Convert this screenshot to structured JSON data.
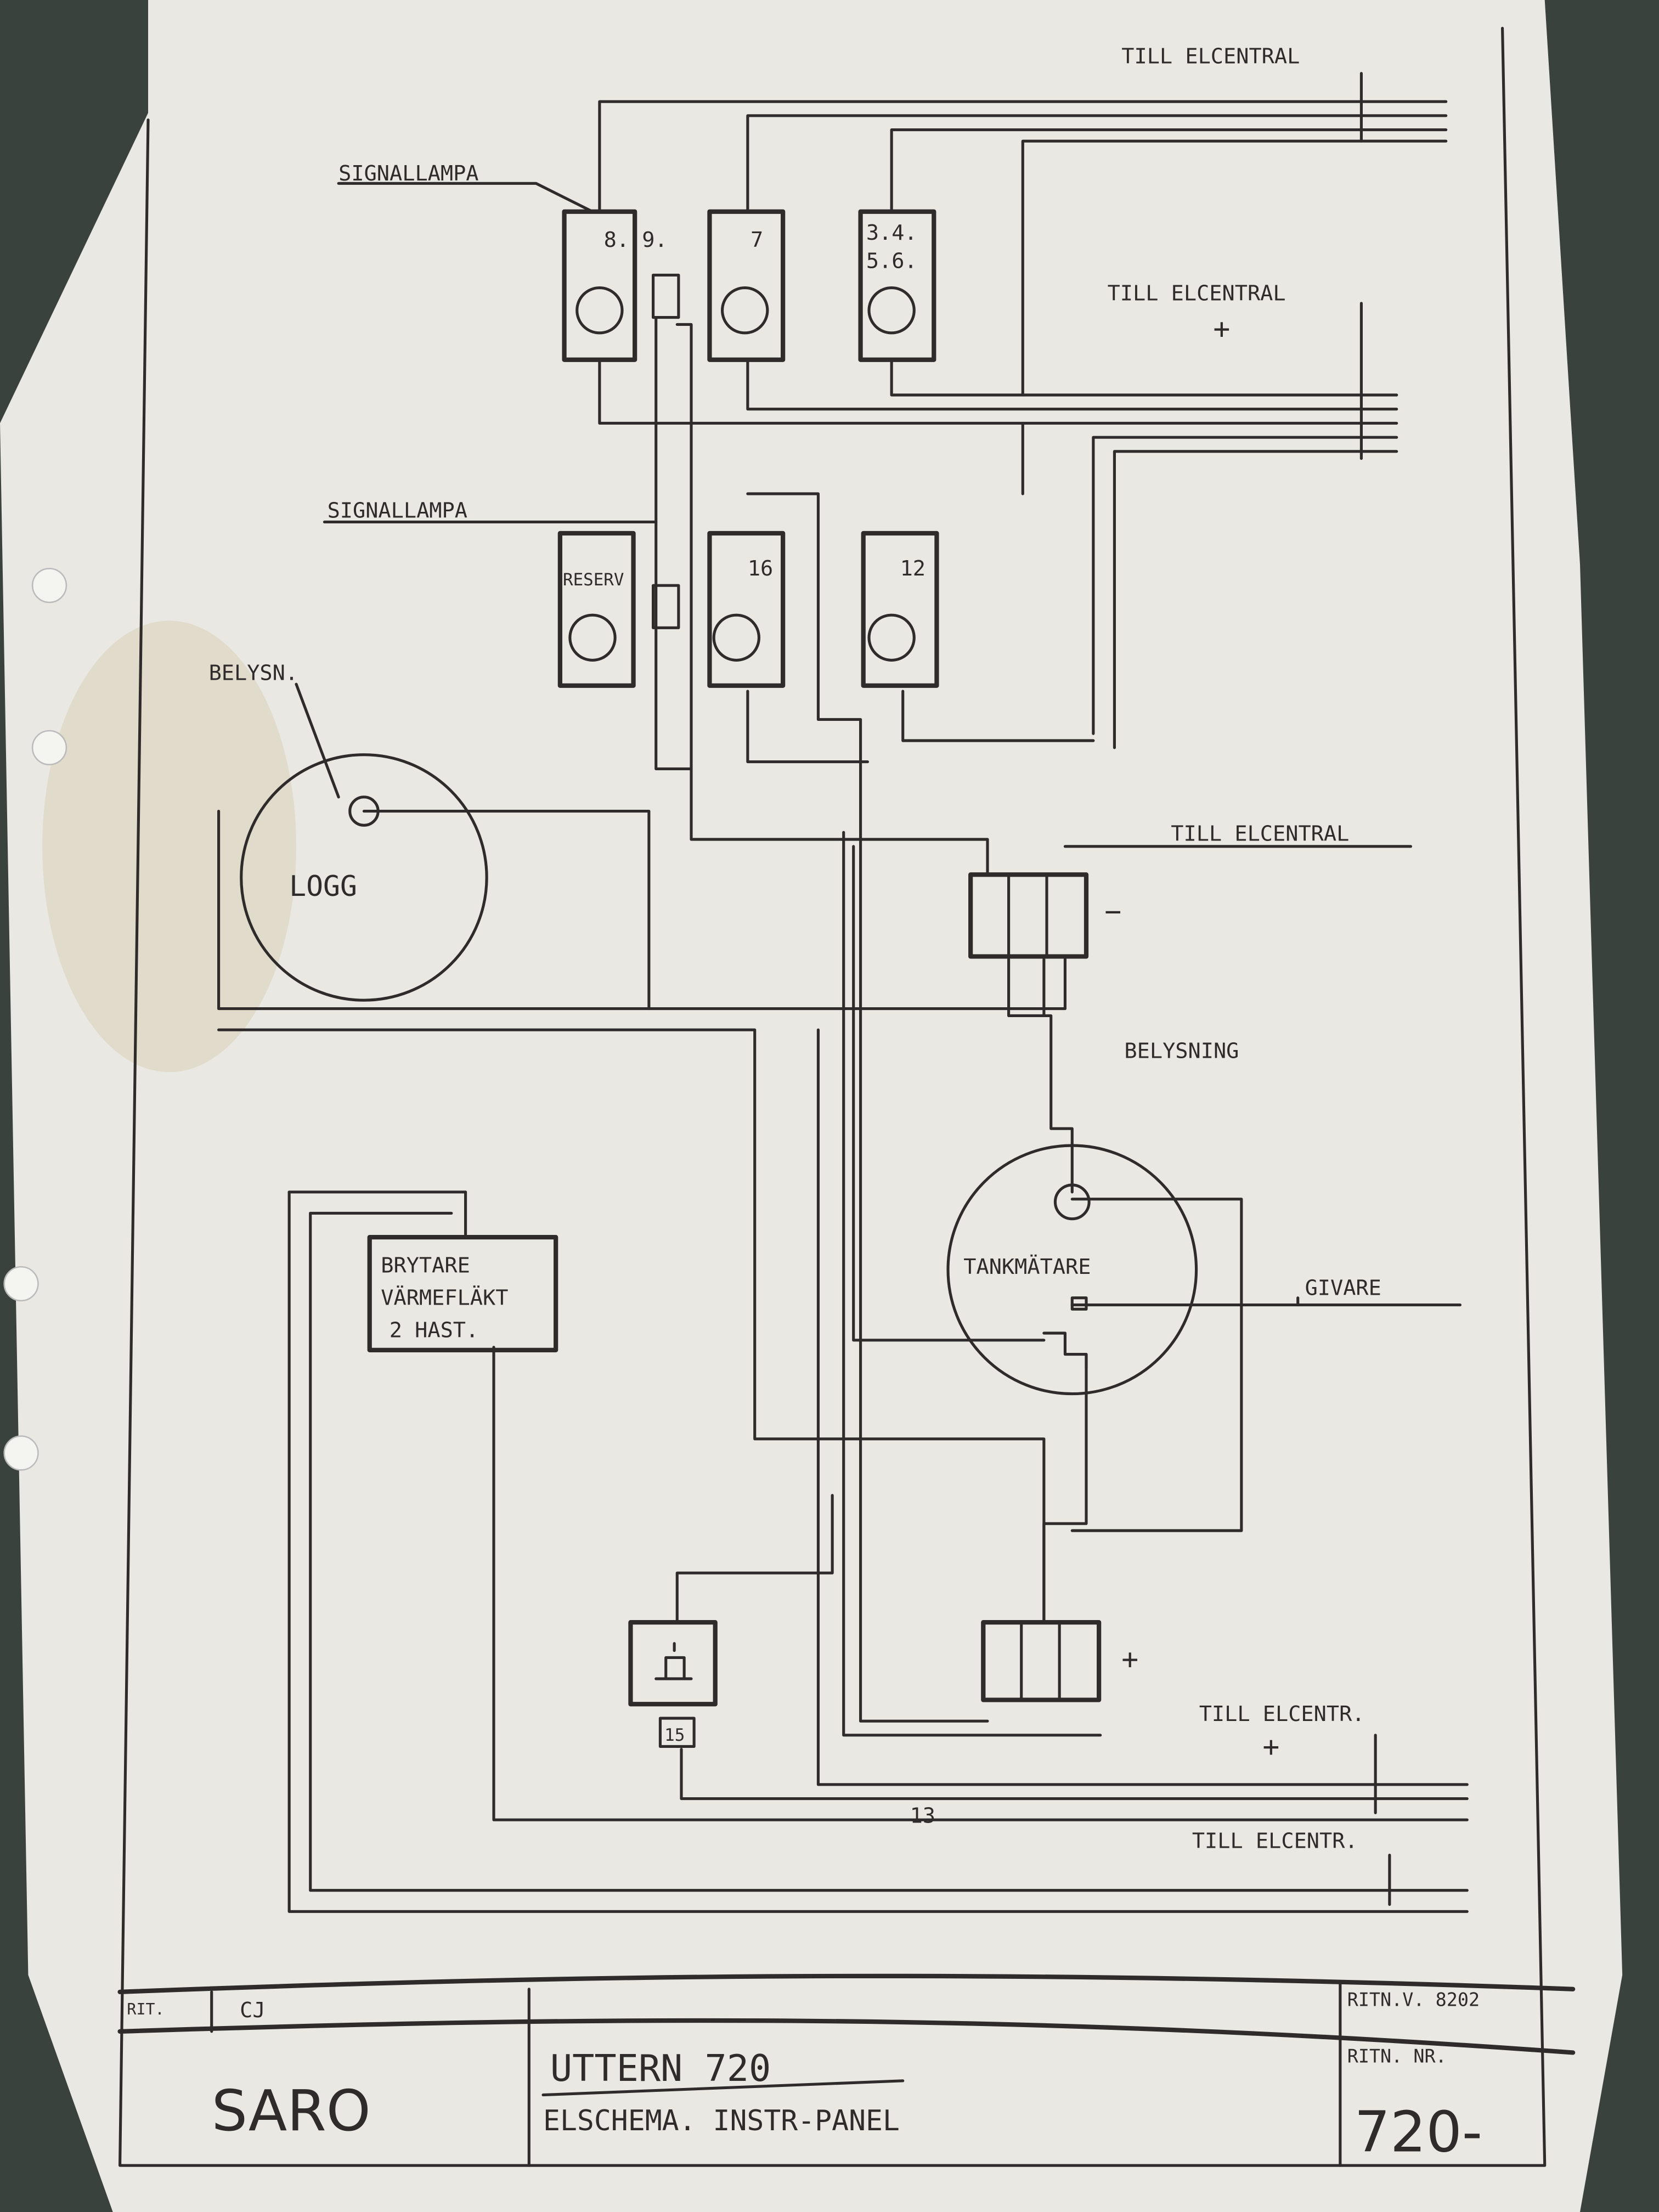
{
  "colors": {
    "paper": "#e9e8e3",
    "ink": "#2f2b2a",
    "background": "#3a423e",
    "stain": "#c9b48a"
  },
  "labels": {
    "till_elcentral_top": "TILL ELCENTRAL",
    "till_elcentral_plus": "TILL ELCENTRAL",
    "plus_sign": "+",
    "signallampa_1": "SIGNALLAMPA",
    "signallampa_2": "SIGNALLAMPA",
    "switch_89": "8. 9.",
    "switch_7": "7",
    "switch_3456_a": "3.4.",
    "switch_3456_b": "5.6.",
    "reserv": "RESERV",
    "switch_16": "16",
    "switch_12": "12",
    "belysn": "BELYSN.",
    "logg": "LOGG",
    "till_elcentral_minus": "TILL ELCENTRAL",
    "minus_sign": "−",
    "belysning": "BELYSNING",
    "tankmatare": "TANKMÄTARE",
    "givare": "GIVARE",
    "brytare_1": "BRYTARE",
    "brytare_2": "VÄRMEFLÄKT",
    "brytare_3": "2 HAST.",
    "socket_15": "15",
    "wire_13": "13",
    "terminal_plus": "+",
    "till_elcentr_plus": "TILL ELCENTR.",
    "plus_sign_2": "+",
    "till_elcentr_bottom": "TILL ELCENTR."
  },
  "title_block": {
    "rit_label": "RIT.",
    "rit_initials": "CJ",
    "company": "SARO",
    "project": "UTTERN 720",
    "drawing_title": "ELSCHEMA. INSTR-PANEL",
    "ritn_v": "RITN.V. 8202",
    "ritn_nr_label": "RITN. NR.",
    "ritn_nr": "720-"
  }
}
